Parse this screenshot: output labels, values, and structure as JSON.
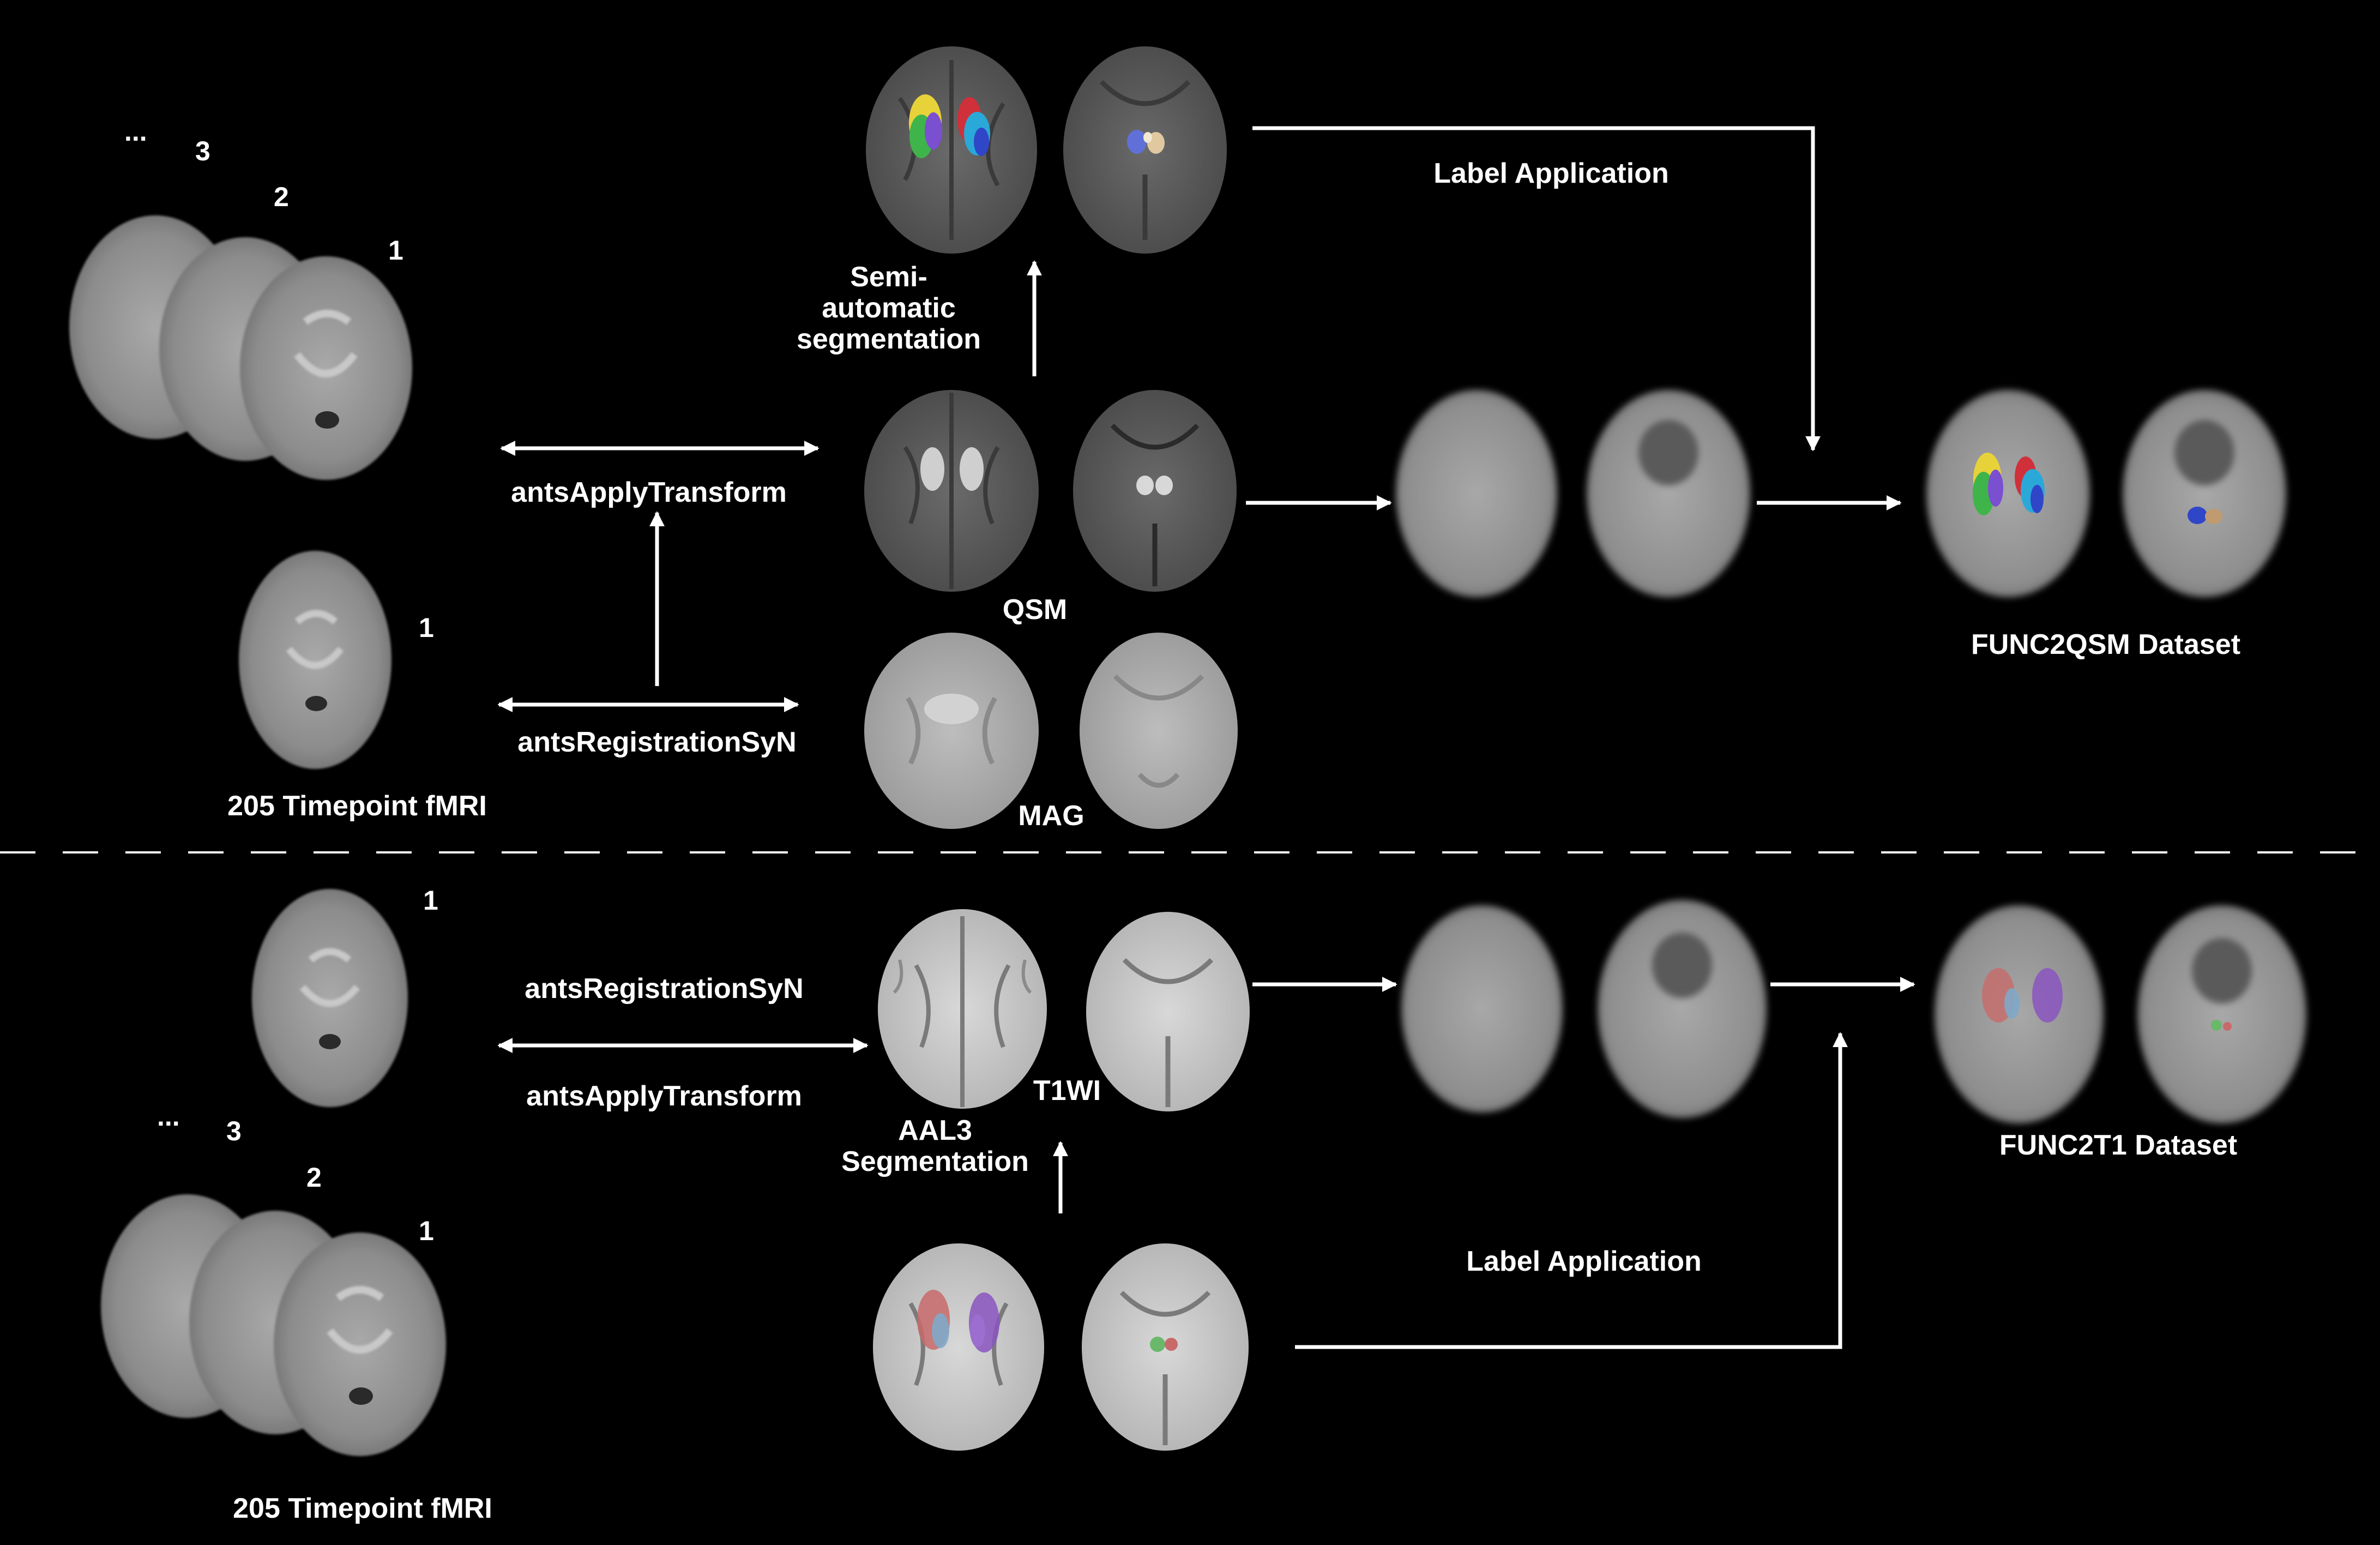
{
  "top": {
    "stack_ellipsis": "...",
    "stack_numbers": [
      "3",
      "2",
      "1"
    ],
    "single_number": "1",
    "fmri_caption": "205 Timepoint fMRI",
    "arrow_transform_label": "antsApplyTransform",
    "arrow_registration_label": "antsRegistrationSyN",
    "semi_auto_label": [
      "Semi-",
      "automatic",
      "segmentation"
    ],
    "qsm_label": "QSM",
    "mag_label": "MAG",
    "label_application": "Label Application",
    "dataset_label": "FUNC2QSM Dataset"
  },
  "bottom": {
    "single_number": "1",
    "stack_ellipsis": "...",
    "stack_numbers": [
      "3",
      "2",
      "1"
    ],
    "fmri_caption": "205 Timepoint fMRI",
    "arrow_registration_label": "antsRegistrationSyN",
    "arrow_transform_label": "antsApplyTransform",
    "t1_label": "T1WI",
    "aal3_label": [
      "AAL3",
      "Segmentation"
    ],
    "label_application": "Label Application",
    "dataset_label": "FUNC2T1 Dataset"
  },
  "colors": {
    "background": "#000000",
    "text": "#ffffff",
    "arrow": "#ffffff",
    "qsm_labels": [
      "#e8d23a",
      "#3fb44a",
      "#7a4fd0",
      "#2aa8d8",
      "#d0303a",
      "#3046c8"
    ],
    "aal3_labels": [
      "#c86a6a",
      "#7fa9c9",
      "#8a55c0",
      "#9b6fd0",
      "#6ab86a"
    ]
  }
}
